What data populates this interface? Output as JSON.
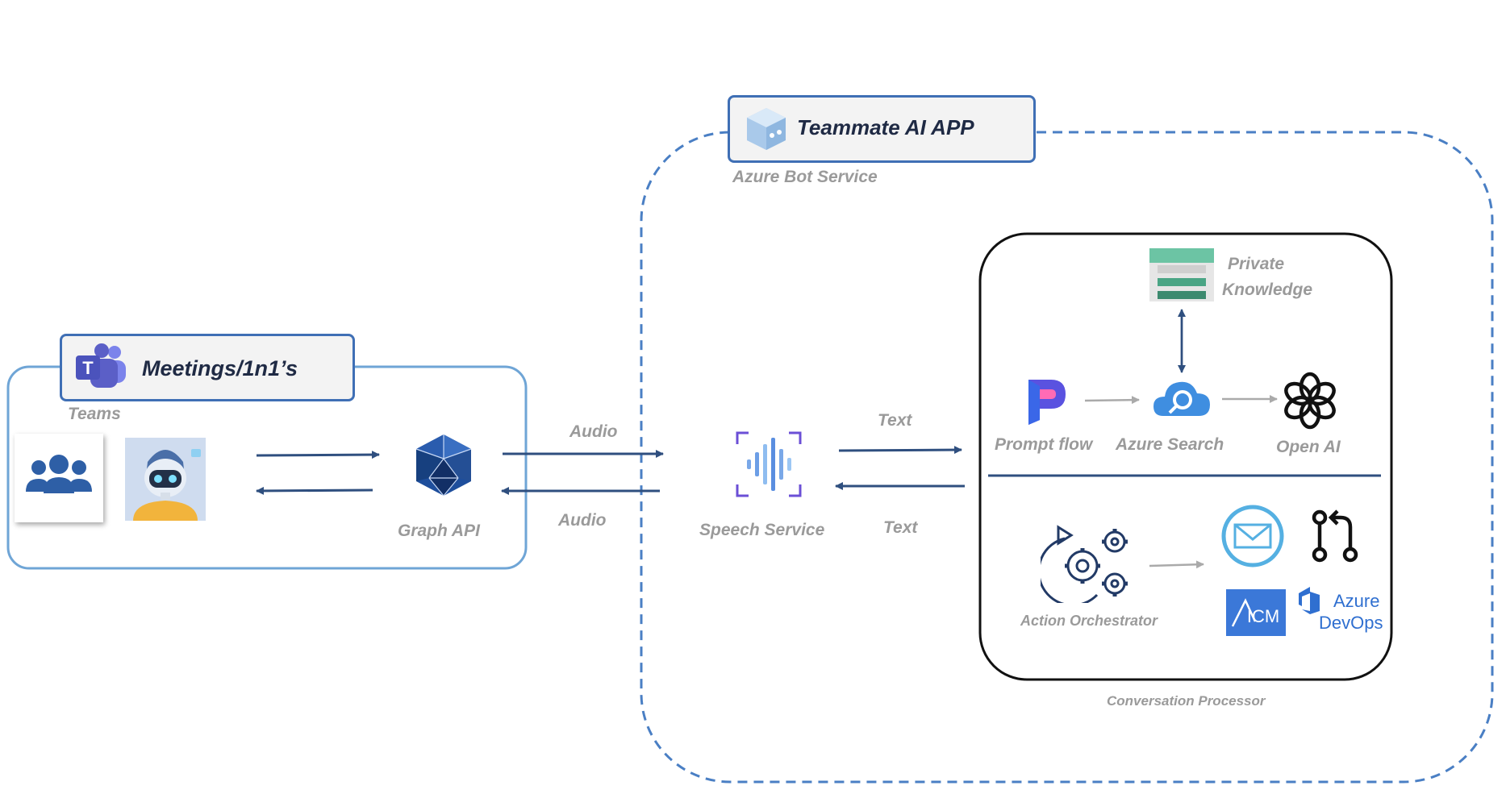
{
  "teammate_app": {
    "title": "Teammate AI APP",
    "subtitle": "Azure Bot  Service"
  },
  "meetings": {
    "title": "Meetings/1n1’s",
    "teams_label": "Teams"
  },
  "graph_api": {
    "label": "Graph API"
  },
  "audio_labels": {
    "top": "Audio",
    "bottom": "Audio"
  },
  "speech": {
    "label": "Speech Service"
  },
  "text_labels": {
    "top": "Text",
    "bottom": "Text"
  },
  "conversation_processor": {
    "label": "Conversation Processor",
    "private_knowledge_line1": "Private",
    "private_knowledge_line2": "Knowledge",
    "prompt_flow": "Prompt flow",
    "azure_search": "Azure Search",
    "open_ai": "Open AI",
    "action_orchestrator": "Action Orchestrator",
    "icm": "ICM",
    "azure_devops_line1": "Azure",
    "azure_devops_line2": "DevOps"
  },
  "colors": {
    "dashed_border": "#4a7fc4",
    "title_border": "#3f6fb5",
    "arrow": "#2f4f7f",
    "label_gray": "#9a9a9a",
    "teams_purple": "#5b5fc7",
    "graph_blue": "#1e4e9c",
    "icm_blue": "#3b78d8"
  }
}
